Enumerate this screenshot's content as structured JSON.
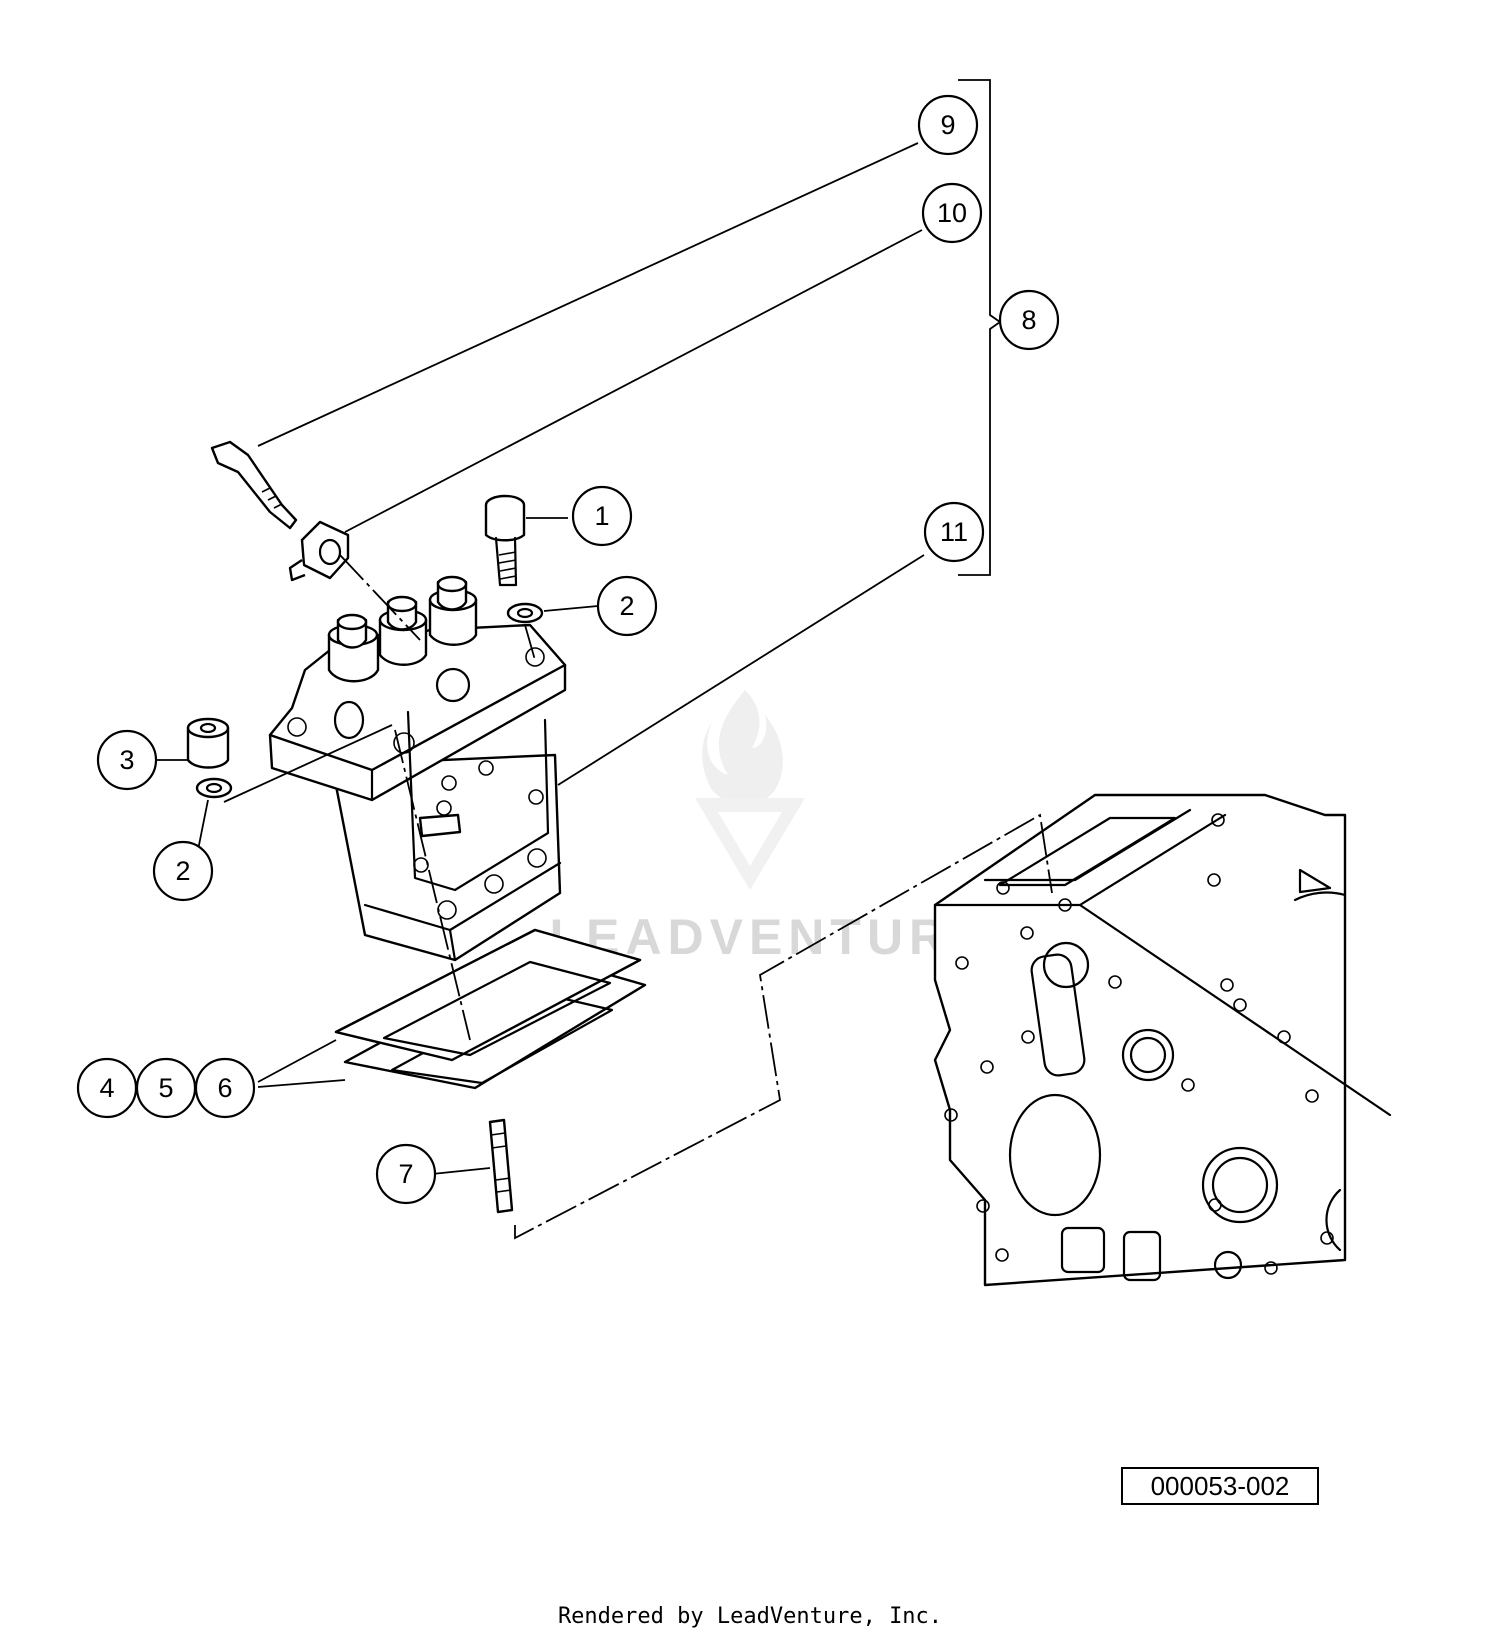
{
  "callouts": [
    {
      "label": "1"
    },
    {
      "label": "2"
    },
    {
      "label": "2"
    },
    {
      "label": "3"
    },
    {
      "label": "4"
    },
    {
      "label": "5"
    },
    {
      "label": "6"
    },
    {
      "label": "7"
    },
    {
      "label": "8"
    },
    {
      "label": "9"
    },
    {
      "label": "10"
    },
    {
      "label": "11"
    }
  ],
  "diagram_id": "000053-002",
  "watermark": "LEADVENTURE",
  "footer": "Rendered by LeadVenture, Inc."
}
